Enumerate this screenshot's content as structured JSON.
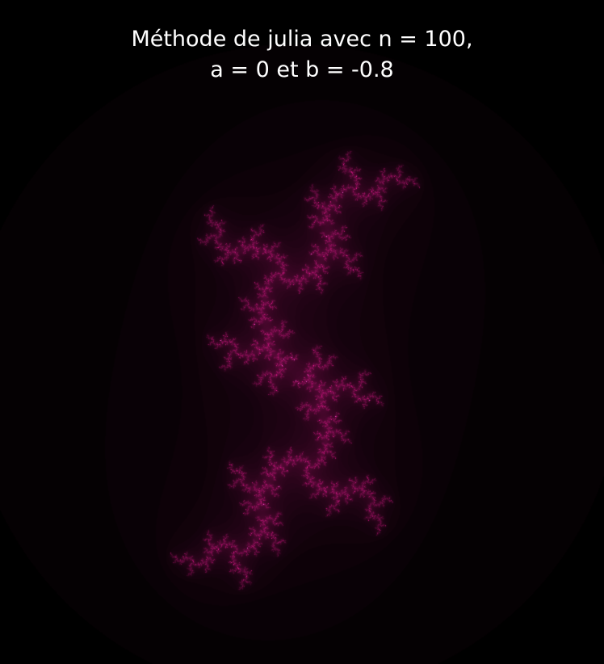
{
  "title": {
    "line1": "Méthode de julia avec n = 100,",
    "line2": "a = 0 et b = -0.8"
  },
  "fractal": {
    "iterations": 100,
    "a": 0,
    "b": -0.8,
    "fill_color": "#ff1aa0",
    "background_color": "#000000"
  }
}
